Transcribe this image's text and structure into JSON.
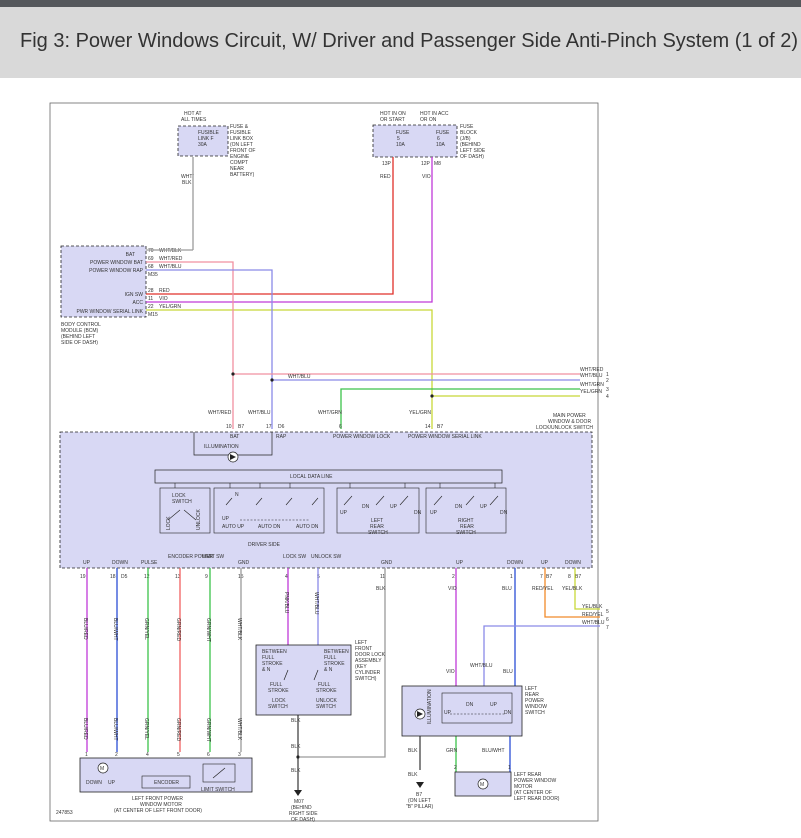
{
  "page": {
    "title": "Fig 3: Power Windows Circuit, W/ Driver and Passenger Side Anti-Pinch System (1 of 2)",
    "figure_id": "247853"
  },
  "fuse_link_box": {
    "hot": [
      "HOT AT",
      "ALL TIMES"
    ],
    "fuse": [
      "FUSIBLE",
      "LINK F",
      "30A"
    ],
    "location": [
      "FUSE &",
      "FUSIBLE",
      "LINK BOX",
      "(ON LEFT",
      "FRONT OF",
      "ENGINE",
      "COMPT",
      "NEAR",
      "BATTERY)"
    ],
    "wire": [
      "WHT/",
      "BLK"
    ]
  },
  "fuse_block": {
    "hot1": [
      "HOT IN ON",
      "OR START"
    ],
    "hot2": [
      "HOT IN ACC",
      "OR ON"
    ],
    "fuse1": [
      "FUSE",
      "5",
      "10A"
    ],
    "fuse2": [
      "FUSE",
      "6",
      "10A"
    ],
    "location": [
      "FUSE",
      "BLOCK",
      "(J/B)",
      "(BEHIND",
      "LEFT SIDE",
      "OF DASH)"
    ],
    "pins": [
      "13P",
      "12P",
      "M8"
    ],
    "wires": [
      "RED",
      "VIO"
    ]
  },
  "bcm": {
    "labels": [
      "BAT",
      "POWER WINDOW BAT",
      "POWER WINDOW RAP",
      "IGN SW",
      "ACC",
      "PWR WINDOW SERIAL LINK"
    ],
    "pins": [
      "70",
      "69",
      "68",
      "M35",
      "28",
      "11",
      "22",
      "M15"
    ],
    "wires": [
      "WHT/BLK",
      "WHT/RED",
      "WHT/BLU",
      "RED",
      "VIO",
      "YEL/GRN"
    ],
    "name": [
      "BODY CONTROL",
      "MODULE (BCM)",
      "(BEHIND LEFT",
      "SIDE OF DASH)"
    ]
  },
  "connector_a": {
    "wires": [
      "WHT/RED",
      "WHT/BLU",
      "WHT/GRN",
      "YEL/GRN"
    ],
    "pins": [
      "1",
      "2",
      "3",
      "4"
    ],
    "middle_wire": "WHT/BLU"
  },
  "main_switch": {
    "name": [
      "MAIN POWER",
      "WINDOW & DOOR",
      "LOCK/UNLOCK SWITCH"
    ],
    "top_wires": [
      "WHT/RED",
      "WHT/BLU",
      "WHT/GRN",
      "YEL/GRN"
    ],
    "top_pins": [
      "10",
      "B7",
      "17",
      "D6",
      "6",
      "14",
      "B7"
    ],
    "top_labels": [
      "BAT",
      "RAP",
      "POWER WINDOW LOCK",
      "POWER WINDOW SERIAL LINK"
    ],
    "illumination": "ILLUMINATION",
    "data_line": "LOCAL DATA LINE",
    "lock_switch": [
      "LOCK",
      "SWITCH"
    ],
    "lock_unlock": [
      "LOCK",
      "UNLOCK"
    ],
    "sw_labels": [
      "UP",
      "DN",
      "N",
      "AUTO UP",
      "AUTO DN"
    ],
    "driver_side": "DRIVER SIDE",
    "left_rear": [
      "LEFT",
      "REAR",
      "SWITCH"
    ],
    "right_rear": [
      "RIGHT",
      "REAR",
      "SWITCH"
    ],
    "bottom_labels": [
      "UP",
      "DOWN",
      "PULSE",
      "ENCODER POWER",
      "LIMIT SW",
      "GND",
      "LOCK SW",
      "UNLOCK SW",
      "GND",
      "UP",
      "DOWN",
      "UP",
      "DOWN"
    ],
    "bottom_pins": [
      "19",
      "18",
      "D5",
      "12",
      "13",
      "9",
      "15",
      "4",
      "5",
      "11",
      "2",
      "1",
      "7",
      "B7",
      "8",
      "B7"
    ]
  },
  "lower_wires": {
    "left_front": [
      "BLU/RED",
      "BLU/WHT",
      "GRN/YEL",
      "GRN/RED",
      "GRN/WHT",
      "WHT/BLK"
    ],
    "lock": [
      "PNK/BLU",
      "WHT/BLU"
    ],
    "gnd": "BLK",
    "right": [
      "VIO",
      "BLU",
      "RED/YEL",
      "YEL/BLK"
    ],
    "connector_b": [
      "YEL/BLK",
      "RED/YEL",
      "WHT/BLU"
    ],
    "connector_b_pins": [
      "5",
      "6",
      "7"
    ],
    "rear_in": [
      "VIO",
      "WHT/BLU",
      "BLU"
    ]
  },
  "door_lock": {
    "between": [
      "BETWEEN",
      "FULL",
      "STROKE",
      "& N"
    ],
    "full": [
      "FULL",
      "STROKE"
    ],
    "lock": [
      "LOCK",
      "SWITCH"
    ],
    "unlock": [
      "UNLOCK",
      "SWITCH"
    ],
    "name": [
      "LEFT",
      "FRONT",
      "DOOR LOCK",
      "ASSEMBLY",
      "(KEY",
      "CYLINDER",
      "SWITCH)"
    ]
  },
  "left_front_motor": {
    "pins": [
      "1",
      "2",
      "4",
      "5",
      "6",
      "3"
    ],
    "down": "DOWN",
    "up": "UP",
    "encoder": "ENCODER",
    "limit": "LIMIT SWITCH",
    "name": [
      "LEFT FRONT POWER",
      "WINDOW MOTOR",
      "(AT CENTER OF LEFT FRONT DOOR)"
    ]
  },
  "ground": {
    "wire": "BLK",
    "name": [
      "M07",
      "(BEHIND",
      "RIGHT SIDE",
      "OF DASH)"
    ],
    "b7": [
      "B7",
      "(ON LEFT",
      "\"B\" PILLAR)"
    ]
  },
  "rear_switch": {
    "illum": "ILLUMINATION",
    "labels": [
      "UP",
      "DN"
    ],
    "name": [
      "LEFT",
      "REAR",
      "POWER",
      "WINDOW",
      "SWITCH"
    ],
    "wires": [
      "BLK",
      "GRN",
      "BLU/WHT"
    ]
  },
  "rear_motor": {
    "name": [
      "LEFT REAR",
      "POWER WINDOW",
      "MOTOR",
      "(AT CENTER OF",
      "LEFT REAR DOOR)"
    ],
    "pins": [
      "2",
      "1"
    ]
  },
  "colors": {
    "red": "#e0302a",
    "vio": "#c03ad8",
    "pink": "#f090a0",
    "wht_blu": "#8a8ae8",
    "yel_grn": "#c8d838",
    "grn": "#3cc24a",
    "blu": "#2b4fd6",
    "orange": "#f08a2a",
    "fill": "#d8d8f4",
    "gray": "#9a9a9a"
  }
}
